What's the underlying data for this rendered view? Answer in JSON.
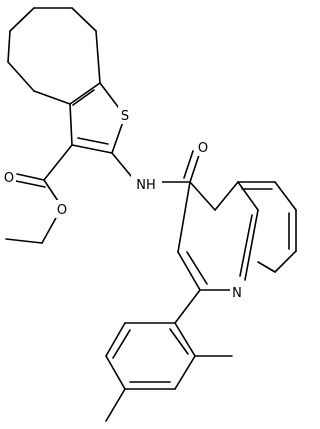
{
  "atoms": {
    "S": "S",
    "O_carbonyl_ester": "O",
    "O_ester": "O",
    "O_amide": "O",
    "NH": "NH",
    "N_ring": "N"
  }
}
